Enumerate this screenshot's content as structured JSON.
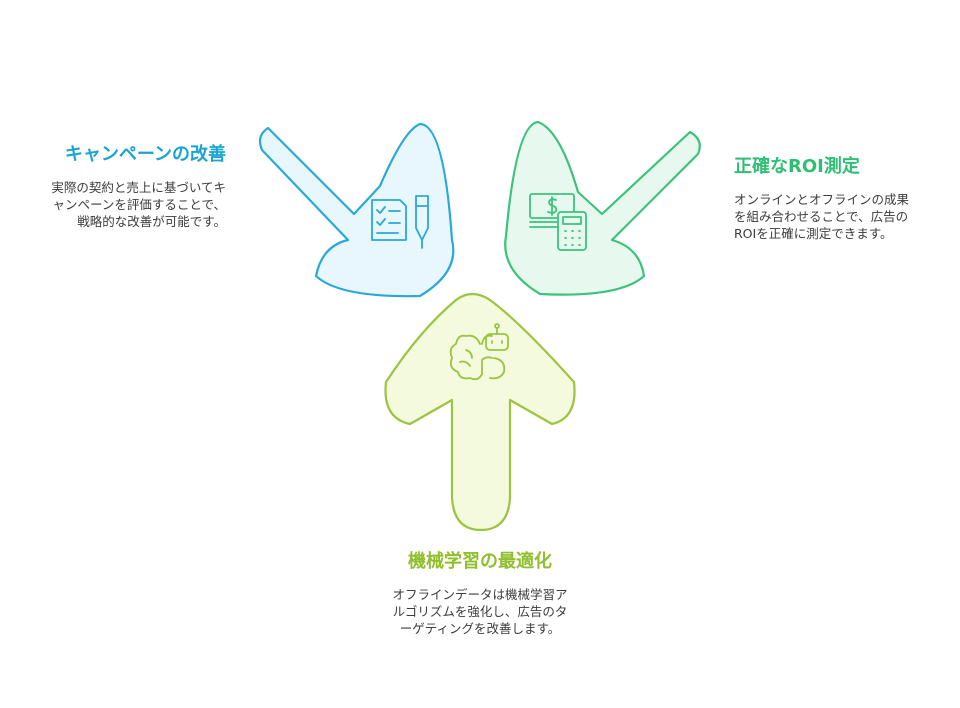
{
  "colors": {
    "campaign": {
      "stroke": "#2aa8d6",
      "fill": "#e8f7fd",
      "text": "#1aa4d3"
    },
    "roi": {
      "stroke": "#3cc27c",
      "fill": "#e7f9ef",
      "text": "#2fbf74"
    },
    "ml": {
      "stroke": "#9cc43e",
      "fill": "#f3fade",
      "text": "#8fbf2a"
    }
  },
  "items": {
    "campaign": {
      "title": "キャンペーンの改善",
      "description": "実際の契約と売上に基づいてキャンペーンを評価することで、戦略的な改善が可能です。",
      "icon": "checklist-pen-icon"
    },
    "roi": {
      "title": "正確なROI測定",
      "description": "オンラインとオフラインの成果を組み合わせることで、広告のROIを正確に測定できます。",
      "icon": "money-calculator-icon"
    },
    "ml": {
      "title": "機械学習の最適化",
      "description": "オフラインデータは機械学習アルゴリズムを強化し、広告のターゲティングを改善します。",
      "icon": "brain-robot-icon"
    }
  }
}
